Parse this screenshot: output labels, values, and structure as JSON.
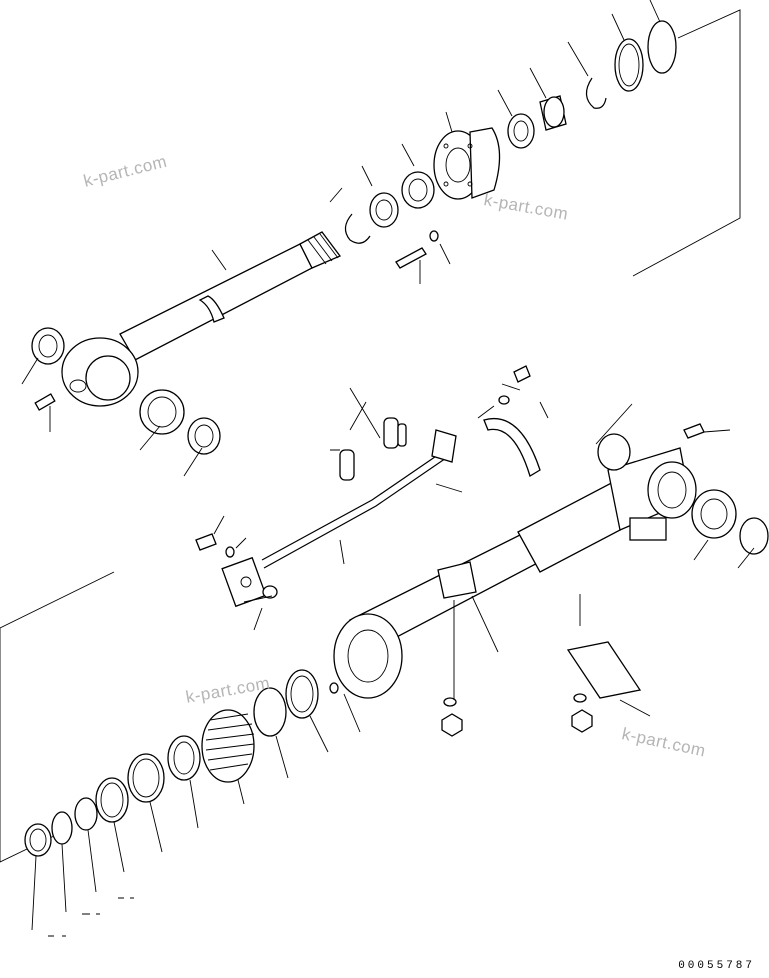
{
  "watermarks": [
    "k-part.com",
    "k-part.com",
    "k-part.com",
    "k-part.com"
  ],
  "drawing_number": "00055787",
  "icons": [
    "parts-diagram"
  ]
}
